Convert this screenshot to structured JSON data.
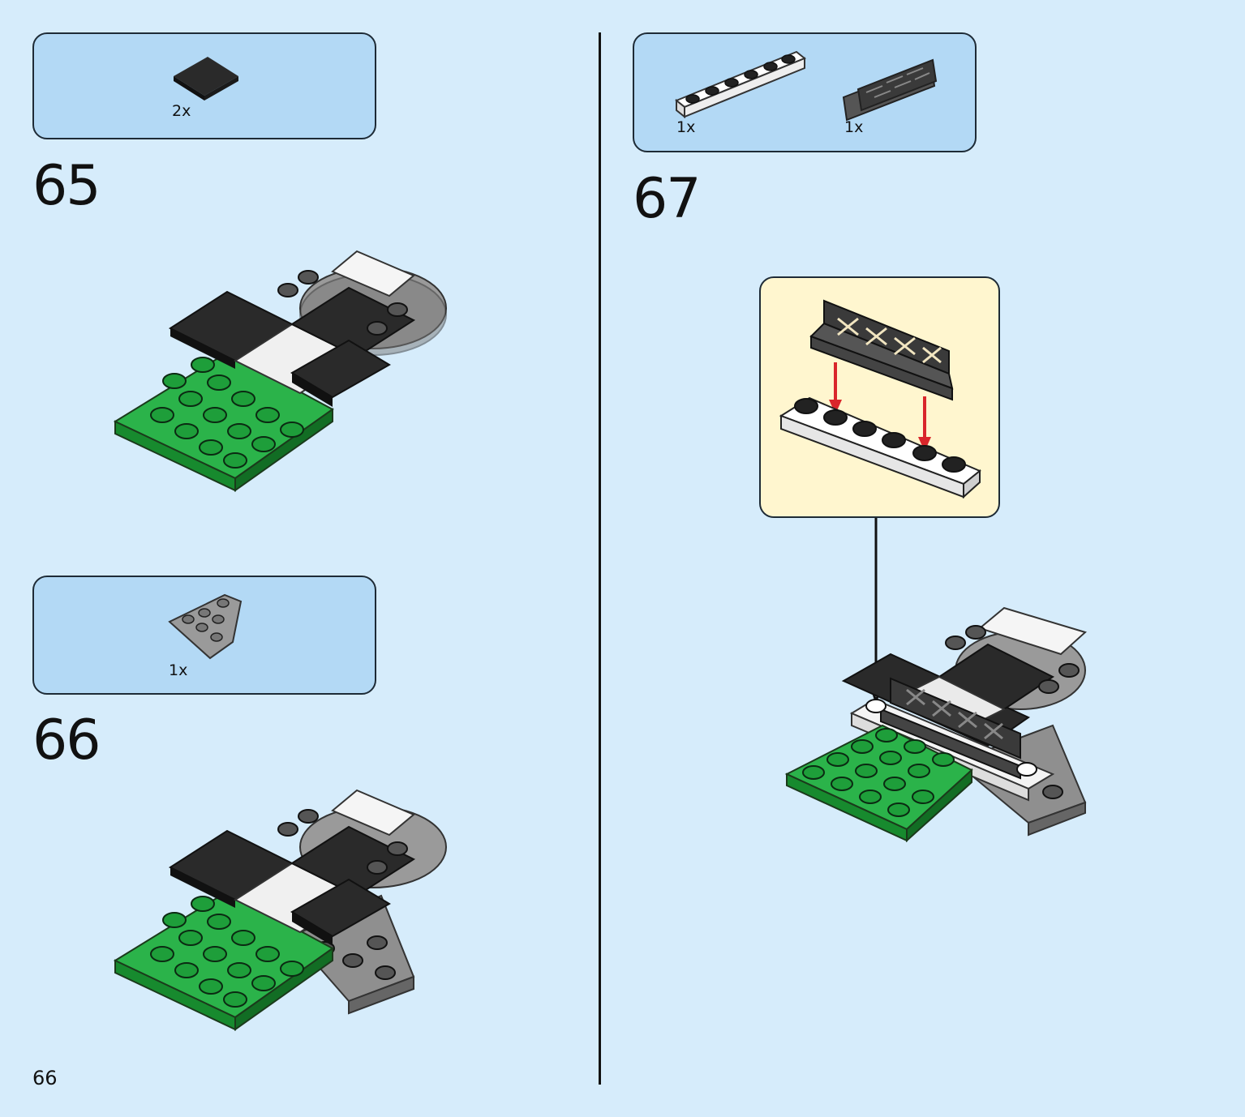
{
  "page_number": "66",
  "steps": [
    {
      "number": "65",
      "parts": [
        {
          "qty": "2x",
          "icon": "black-tile-2x2"
        }
      ]
    },
    {
      "number": "66",
      "parts": [
        {
          "qty": "1x",
          "icon": "gray-wedge-plate"
        }
      ]
    },
    {
      "number": "67",
      "parts": [
        {
          "qty": "1x",
          "icon": "white-plate-1x6"
        },
        {
          "qty": "1x",
          "icon": "dark-gray-fence-1x4"
        }
      ]
    }
  ],
  "colors": {
    "background": "#d6ecfb",
    "parts_box": "#b3d9f5",
    "callout": "#fff6cf",
    "green": "#1fa33a",
    "arrow_red": "#d9262b"
  }
}
